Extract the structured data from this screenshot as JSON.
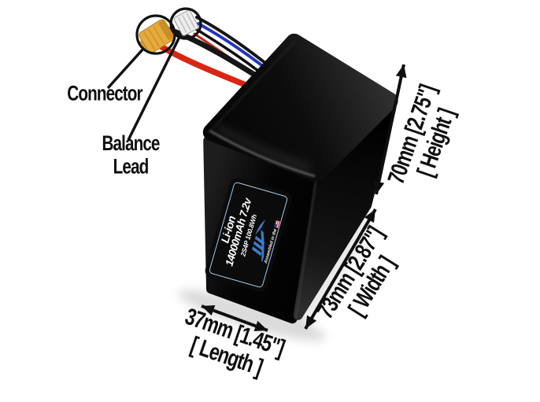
{
  "annotations": {
    "connector_label": "Connector",
    "balance_label_line1": "Balance",
    "balance_label_line2": "Lead"
  },
  "battery_label": {
    "chemistry": "Li-ion",
    "capacity_voltage": "14000mAh 7.2v",
    "config_energy": "2S4P 100.8Wh",
    "assembled_text": "Assembled in the"
  },
  "dimensions": {
    "height_value": "70mm [2.75\"]",
    "height_name": "[ Height ]",
    "width_value": "73mm [2.87\"]",
    "width_name": "[ Width ]",
    "length_value": "37mm [1.45\"]",
    "length_name": "[ Length ]"
  },
  "colors": {
    "annotation_black": "#0e0e0e",
    "connector_yellow": "#e6a93c",
    "connector_yellow_dark": "#c98f26",
    "balance_plug_white": "#ededed",
    "wire_red": "#d92512",
    "wire_black": "#161616",
    "wire_blue": "#2336c0",
    "label_border_blue": "#a9c5e6",
    "logo_blue": "#3d7cc9"
  }
}
